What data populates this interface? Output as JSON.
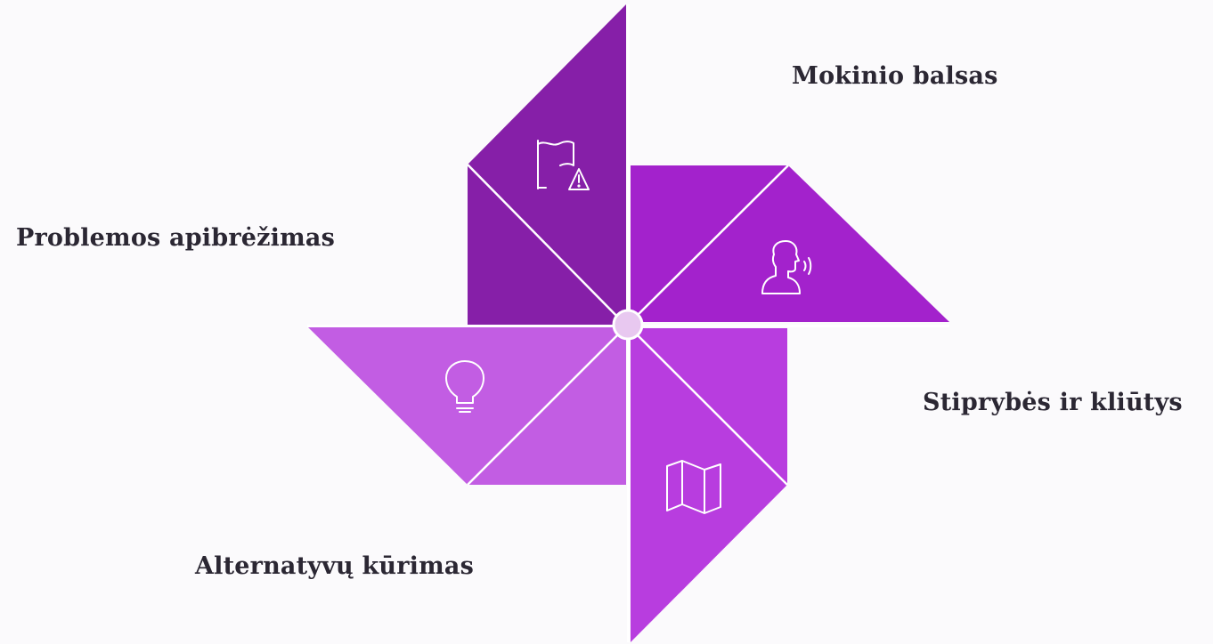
{
  "blades": [
    {
      "id": "top",
      "label": "Problemos apibrėžimas",
      "icon": "flag-warning-icon",
      "color": "#861fa8"
    },
    {
      "id": "right",
      "label": "Mokinio balsas",
      "icon": "speaking-person-icon",
      "color": "#a322cc"
    },
    {
      "id": "bottom",
      "label": "Stiprybės ir kliūtys",
      "icon": "map-icon",
      "color": "#b83ddf"
    },
    {
      "id": "left",
      "label": "Alternatyvų kūrimas",
      "icon": "lightbulb-icon",
      "color": "#c25de3"
    }
  ],
  "colors": {
    "hub_fill": "#e8c8f0",
    "divider": "#ffffff",
    "text": "#2b2733"
  }
}
